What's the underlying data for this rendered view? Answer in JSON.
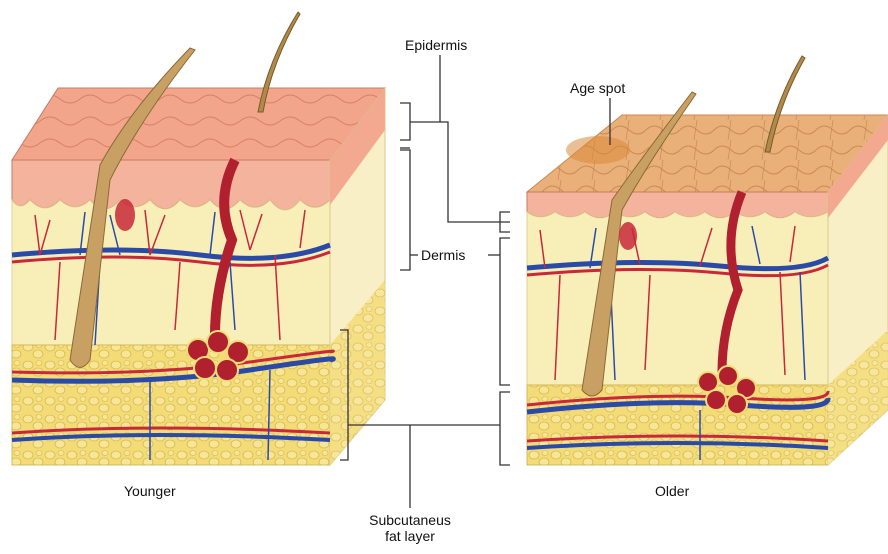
{
  "labels": {
    "epidermis": "Epidermis",
    "age_spot": "Age spot",
    "dermis": "Dermis",
    "younger": "Younger",
    "older": "Older",
    "subcutaneous_line1": "Subcutaneus",
    "subcutaneous_line2": "fat layer"
  },
  "colors": {
    "skin_surface": "#f2a58a",
    "skin_surface_older": "#e9a36b",
    "epidermis_band": "#f3b39c",
    "dermis": "#f8efb8",
    "fat": "#f3dc78",
    "fat_globule": "#e6c24a",
    "artery": "#c8283a",
    "vein": "#2a4aa8",
    "hair": "#b08a4a",
    "gland": "#b0202e",
    "leader_line": "#333333"
  }
}
